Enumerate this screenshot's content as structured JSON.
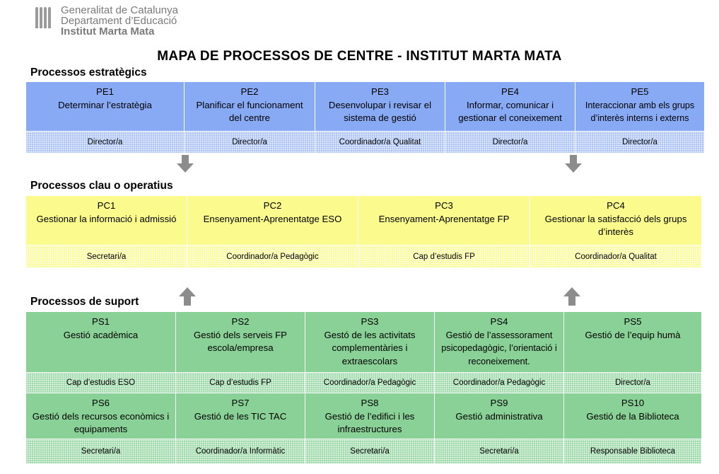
{
  "header": {
    "logo_icon": "generalitat-emblem-icon",
    "org_line1": "Generalitat de Catalunya",
    "org_line2": "Departament d’Educació",
    "org_line3": "Institut Marta Mata"
  },
  "title": "MAPA DE PROCESSOS DE CENTRE - INSTITUT MARTA MATA",
  "colors": {
    "strategic": "#88aaf5",
    "key": "#fbfb8d",
    "support": "#89d197",
    "arrow": "#8c8c8c"
  },
  "strategic": {
    "heading": "Processos estratègics",
    "items": [
      {
        "code": "PE1",
        "name": "Determinar l’estratègia",
        "owner": "Director/a"
      },
      {
        "code": "PE2",
        "name": "Planificar el funcionament del centre",
        "owner": "Director/a"
      },
      {
        "code": "PE3",
        "name": "Desenvolupar i revisar el sistema de gestió",
        "owner": "Coordinador/a Qualitat"
      },
      {
        "code": "PE4",
        "name": "Informar, comunicar i gestionar el coneixement",
        "owner": "Director/a"
      },
      {
        "code": "PE5",
        "name": "Interaccionar amb els grups d’interès interns i externs",
        "owner": "Director/a"
      }
    ]
  },
  "key": {
    "heading": "Processos clau o operatius",
    "items": [
      {
        "code": "PC1",
        "name": "Gestionar la informació i admissió",
        "owner": "Secretari/a"
      },
      {
        "code": "PC2",
        "name": "Ensenyament-Aprenentatge ESO",
        "owner": "Coordinador/a Pedagògic"
      },
      {
        "code": "PC3",
        "name": "Ensenyament-Aprenentatge FP",
        "owner": "Cap d’estudis FP"
      },
      {
        "code": "PC4",
        "name": "Gestionar la satisfacció dels grups d’interès",
        "owner": "Coordinador/a Qualitat"
      }
    ]
  },
  "support": {
    "heading": "Processos de suport",
    "items": [
      {
        "code": "PS1",
        "name": "Gestió acadèmica",
        "owner": "Cap d’estudis ESO"
      },
      {
        "code": "PS2",
        "name": "Gestió dels serveis FP escola/empresa",
        "owner": "Cap d’estudis FP"
      },
      {
        "code": "PS3",
        "name": "Gestó de les activitats complementàries i extraescolars",
        "owner": "Coordinador/a Pedagògic"
      },
      {
        "code": "PS4",
        "name": "Gestió de l’assessorament psicopedagògic, l’orientació i reconeixement.",
        "owner": "Coordinador/a Pedagògic"
      },
      {
        "code": "PS5",
        "name": "Gestió de l’equip humà",
        "owner": "Director/a"
      },
      {
        "code": "PS6",
        "name": "Gestió dels recursos econòmics i equipaments",
        "owner": "Secretari/a"
      },
      {
        "code": "PS7",
        "name": "Gestió de les TIC TAC",
        "owner": "Coordinador/a Informàtic"
      },
      {
        "code": "PS8",
        "name": "Gestió de l’edifici i les infraestructures",
        "owner": "Secretari/a"
      },
      {
        "code": "PS9",
        "name": "Gestió administrativa",
        "owner": "Secretari/a"
      },
      {
        "code": "PS10",
        "name": "Gestió de la Biblioteca",
        "owner": "Responsable Biblioteca"
      }
    ]
  },
  "arrows": [
    {
      "icon": "arrow-down-icon",
      "from": "strategic",
      "to": "key"
    },
    {
      "icon": "arrow-down-icon",
      "from": "strategic",
      "to": "key"
    },
    {
      "icon": "arrow-up-icon",
      "from": "support",
      "to": "key"
    },
    {
      "icon": "arrow-up-icon",
      "from": "support",
      "to": "key"
    }
  ]
}
